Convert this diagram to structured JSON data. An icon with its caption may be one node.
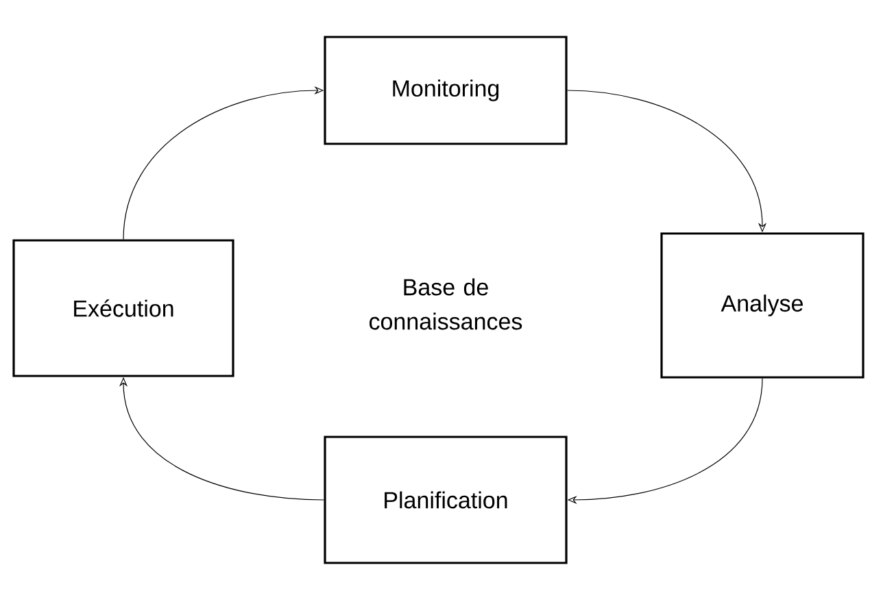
{
  "diagram": {
    "nodes": [
      {
        "text": [
          "Monitoring"
        ]
      },
      {
        "text": [
          "Analyse"
        ]
      },
      {
        "text": [
          "Planification"
        ]
      },
      {
        "text": [
          "Exécution"
        ]
      }
    ],
    "edges": [
      {
        "from": 3,
        "to": 0,
        "arrow": "to"
      },
      {
        "from": 0,
        "to": 1,
        "arrow": "to"
      },
      {
        "from": 1,
        "to": 2,
        "arrow": "to"
      },
      {
        "from": 2,
        "to": 3,
        "arrow": "to"
      }
    ],
    "labels": [
      "Base de connaissances"
    ]
  }
}
